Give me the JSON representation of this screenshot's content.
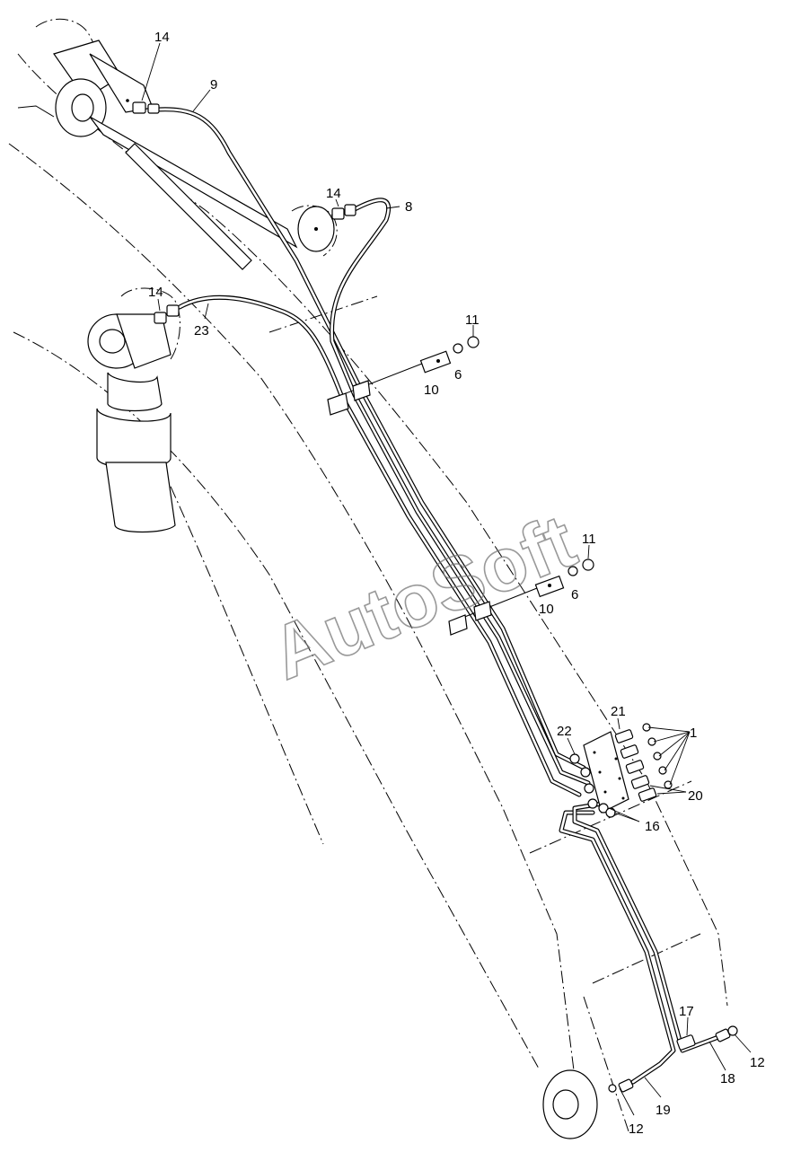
{
  "watermark": "AutoSoft",
  "callouts": {
    "c14a": "14",
    "c9": "9",
    "c14b": "14",
    "c8": "8",
    "c14c": "14",
    "c23": "23",
    "c11a": "11",
    "c6a": "6",
    "c10a": "10",
    "c11b": "11",
    "c6b": "6",
    "c10b": "10",
    "c21": "21",
    "c1": "1",
    "c22": "22",
    "c20": "20",
    "c16": "16",
    "c17": "17",
    "c12a": "12",
    "c18": "18",
    "c19": "19",
    "c12b": "12"
  }
}
